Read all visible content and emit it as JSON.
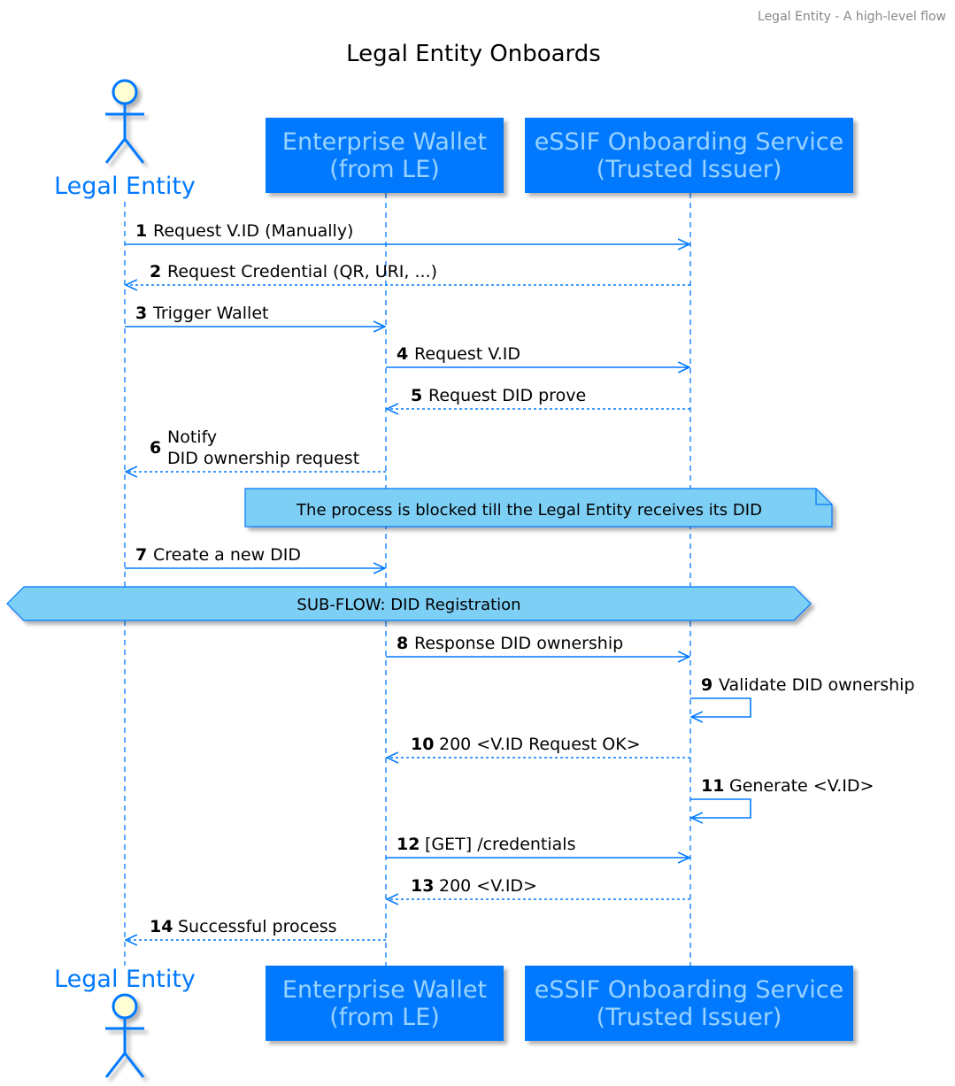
{
  "header": "Legal Entity - A high-level flow",
  "title": "Legal Entity Onboards",
  "colors": {
    "accent": "#0079ff",
    "participant_text": "#9ad3ff",
    "note_fill": "#7ecff5",
    "actor_fill": "#fefed2",
    "header_text": "#888888",
    "text": "#000000"
  },
  "participants": [
    {
      "id": "le",
      "label": "Legal Entity",
      "kind": "actor"
    },
    {
      "id": "ew",
      "label_lines": [
        "Enterprise Wallet",
        "(from LE)"
      ],
      "kind": "box"
    },
    {
      "id": "os",
      "label_lines": [
        "eSSIF Onboarding Service",
        "(Trusted Issuer)"
      ],
      "kind": "box"
    }
  ],
  "messages": [
    {
      "num": "1",
      "lines": [
        "Request V.ID (Manually)"
      ],
      "from": "le",
      "to": "os",
      "style": "solid"
    },
    {
      "num": "2",
      "lines": [
        "Request Credential (QR, URI, ...)"
      ],
      "from": "os",
      "to": "le",
      "style": "dashed"
    },
    {
      "num": "3",
      "lines": [
        "Trigger Wallet"
      ],
      "from": "le",
      "to": "ew",
      "style": "solid"
    },
    {
      "num": "4",
      "lines": [
        "Request V.ID"
      ],
      "from": "ew",
      "to": "os",
      "style": "solid"
    },
    {
      "num": "5",
      "lines": [
        "Request DID prove"
      ],
      "from": "os",
      "to": "ew",
      "style": "dashed"
    },
    {
      "num": "6",
      "lines": [
        "Notify",
        "DID ownership request"
      ],
      "from": "ew",
      "to": "le",
      "style": "dashed"
    },
    {
      "num": "7",
      "lines": [
        "Create a new DID"
      ],
      "from": "le",
      "to": "ew",
      "style": "solid"
    },
    {
      "num": "8",
      "lines": [
        "Response DID ownership"
      ],
      "from": "ew",
      "to": "os",
      "style": "solid"
    },
    {
      "num": "9",
      "lines": [
        "Validate DID ownership"
      ],
      "from": "os",
      "to": "os",
      "style": "solid"
    },
    {
      "num": "10",
      "lines": [
        "200 <V.ID Request OK>"
      ],
      "from": "os",
      "to": "ew",
      "style": "dashed"
    },
    {
      "num": "11",
      "lines": [
        "Generate <V.ID>"
      ],
      "from": "os",
      "to": "os",
      "style": "solid"
    },
    {
      "num": "12",
      "lines": [
        "[GET] /credentials"
      ],
      "from": "ew",
      "to": "os",
      "style": "solid"
    },
    {
      "num": "13",
      "lines": [
        "200 <V.ID>"
      ],
      "from": "os",
      "to": "ew",
      "style": "dashed"
    },
    {
      "num": "14",
      "lines": [
        "Successful process"
      ],
      "from": "ew",
      "to": "le",
      "style": "dashed"
    }
  ],
  "note": "The process is blocked till the Legal Entity receives its DID",
  "subflow": "SUB-FLOW: DID Registration"
}
